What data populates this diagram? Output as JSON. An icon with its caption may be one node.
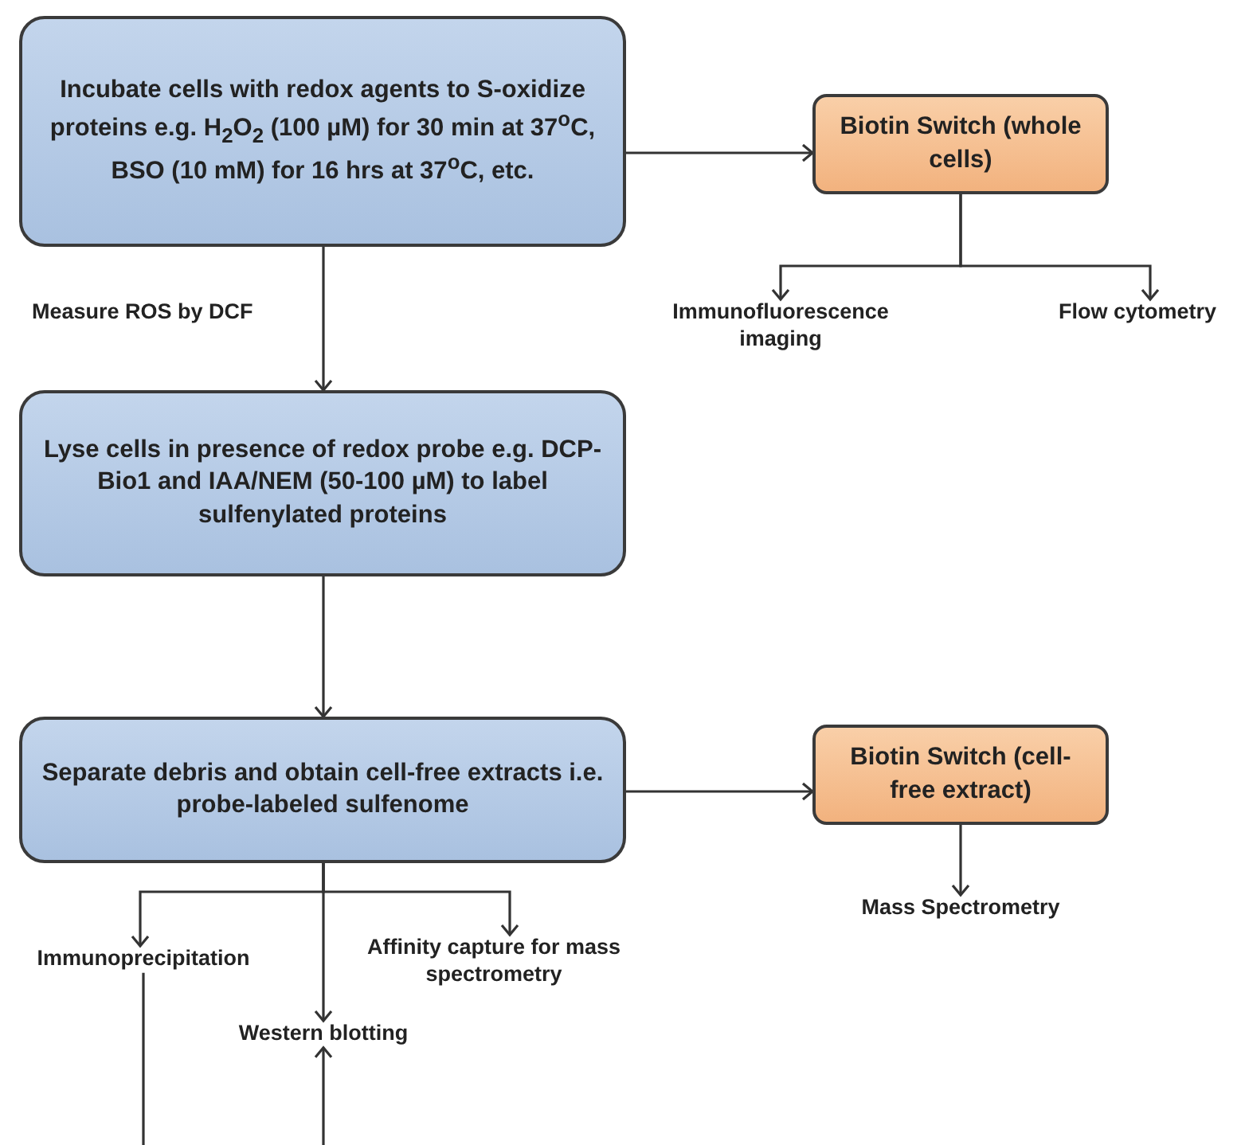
{
  "diagram": {
    "nodes": [
      {
        "text": [
          "Incubate cells with redox  agents  to S-oxidize proteins e.g. H$_{2}$O$_{2}$ (100 µM) for 30 min at 37$^{o}$C, BSO (10 mM) for 16 hrs at 37$^{o}$C, etc."
        ]
      },
      {
        "text": [
          "Biotin Switch (whole cells)"
        ]
      },
      {
        "text": [
          "Immunofluorescence imaging"
        ]
      },
      {
        "text": [
          "Flow cytometry"
        ]
      },
      {
        "text": [
          "Lyse cells in presence of redox probe e.g. DCP-Bio1 and IAA/NEM (50-100 µM) to label sulfenylated proteins"
        ]
      },
      {
        "text": [
          "Separate debris and obtain cell-free extracts i.e. probe-labeled  sulfenome"
        ]
      },
      {
        "text": [
          "Biotin Switch (cell-free extract)"
        ]
      },
      {
        "text": [
          "Mass Spectrometry"
        ]
      },
      {
        "text": [
          "Immunoprecipitation"
        ]
      },
      {
        "text": [
          "Affinity capture  for mass spectrometry"
        ]
      },
      {
        "text": [
          "Western blotting"
        ]
      }
    ],
    "edges": [
      {
        "from": 0,
        "to": 1,
        "arrow": "to"
      },
      {
        "from": 1,
        "to": 2,
        "arrow": "to"
      },
      {
        "from": 1,
        "to": 3,
        "arrow": "to"
      },
      {
        "from": 0,
        "to": 4,
        "arrow": "to",
        "label": "Measure ROS by DCF"
      },
      {
        "from": 4,
        "to": 5,
        "arrow": "to"
      },
      {
        "from": 5,
        "to": 6,
        "arrow": "to"
      },
      {
        "from": 6,
        "to": 7,
        "arrow": "to"
      },
      {
        "from": 5,
        "to": 8,
        "arrow": "to"
      },
      {
        "from": 5,
        "to": 9,
        "arrow": "to"
      },
      {
        "from": 5,
        "to": 10,
        "arrow": "to"
      },
      {
        "from": 8,
        "to": 10,
        "arrow": "to"
      }
    ]
  }
}
